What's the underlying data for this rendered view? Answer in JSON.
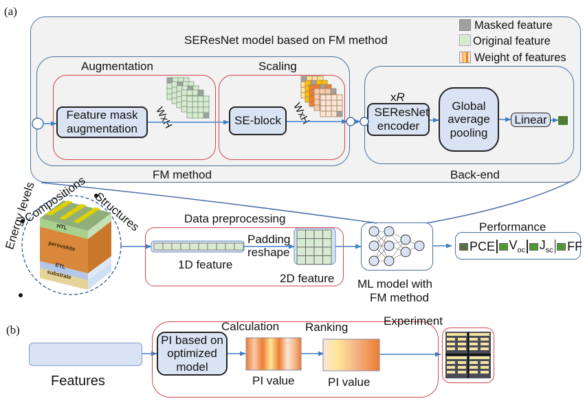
{
  "panel_a": {
    "label": "(a)",
    "outer_title": "SEResNet model based on FM method",
    "legend": [
      {
        "name": "masked",
        "label": "Masked feature",
        "color": "#a0a0a0"
      },
      {
        "name": "original",
        "label": "Original feature",
        "color": "#d9ead3"
      },
      {
        "name": "weight",
        "label": "Weight of features",
        "color": "#f4b183"
      }
    ],
    "fm_method": {
      "label": "FM method",
      "augmentation": {
        "title": "Augmentation",
        "node": "Feature mask augmentation",
        "dim": "WxH"
      },
      "scaling": {
        "title": "Scaling",
        "node": "SE-block",
        "dim": "WxH"
      }
    },
    "back_end": {
      "label": "Back-end",
      "repeat": "x",
      "repeat_var": "R",
      "encoder": "SEResNet encoder",
      "pooling": "Global average pooling",
      "linear": "Linear"
    },
    "device": {
      "ring_labels": [
        "Energy levels",
        "Compositions",
        "Structures"
      ],
      "layers": [
        "HTL",
        "perovskite",
        "ETL",
        "substrate"
      ]
    },
    "preprocessing": {
      "title": "Data preprocessing",
      "feature_1d": "1D feature",
      "transform": [
        "Padding",
        "reshape"
      ],
      "feature_2d": "2D feature"
    },
    "ml_model": {
      "label_line1": "ML model with",
      "label_line2": "FM method"
    },
    "performance": {
      "title": "Performance",
      "metrics": [
        {
          "main": "PCE",
          "sub": ""
        },
        {
          "main": "V",
          "sub": "oc"
        },
        {
          "main": "J",
          "sub": "sc"
        },
        {
          "main": "FF",
          "sub": ""
        }
      ]
    }
  },
  "panel_b": {
    "label": "(b)",
    "features_label": "Features",
    "node": "PI based on optimized model",
    "calculation": {
      "title": "Calculation",
      "caption": "PI value"
    },
    "ranking": {
      "title": "Ranking",
      "caption": "PI value"
    },
    "experiment": {
      "title": "Experiment"
    }
  },
  "colors": {
    "connector": "#3f7fc4",
    "outer_border": "#4a6fa5",
    "red_border": "#d0444a",
    "node_fill": "#dae3f3",
    "panel_fill": "#f2f2f2",
    "output_square": "#4e7d32"
  }
}
